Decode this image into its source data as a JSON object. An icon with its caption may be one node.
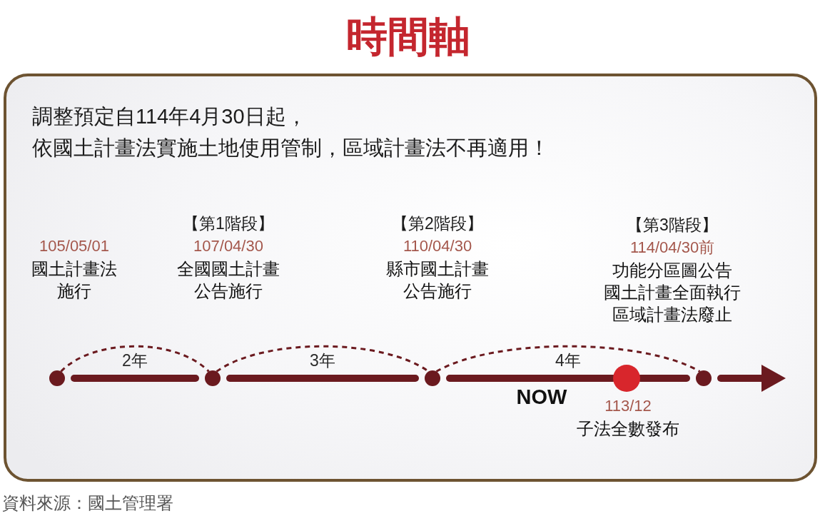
{
  "diagram": {
    "title": "時間軸",
    "nodes": [
      {
        "text": [
          "調整預定自114年4月30日起，",
          "依國土計畫法實施土地使用管制，區域計畫法不再適用！"
        ]
      },
      {
        "text": [],
        "shape": "circle",
        "in": 0,
        "beside": [
          "105/05/01",
          "國土計畫法施行"
        ]
      },
      {
        "text": [],
        "shape": "circle",
        "in": 0,
        "beside": [
          "【第1階段】",
          "107/04/30",
          "全國國土計畫公告施行"
        ]
      },
      {
        "text": [],
        "shape": "circle",
        "in": 0,
        "beside": [
          "【第2階段】",
          "110/04/30",
          "縣市國土計畫公告施行"
        ]
      },
      {
        "text": [],
        "shape": "circle",
        "in": 0,
        "beside": [
          "113/12",
          "子法全數發布"
        ]
      },
      {
        "text": [],
        "shape": "circle",
        "in": 0,
        "beside": [
          "【第3階段】",
          "114/04/30前",
          "功能分區圖公告",
          "國土計畫全面執行",
          "區域計畫法廢止"
        ]
      }
    ],
    "edges": [
      {
        "from": 1,
        "to": 2,
        "arrow": "none"
      },
      {
        "from": 1,
        "to": 2,
        "arrow": "none",
        "style": "dashed",
        "label": "2年"
      },
      {
        "from": 2,
        "to": 3,
        "arrow": "none"
      },
      {
        "from": 2,
        "to": 3,
        "arrow": "none",
        "style": "dashed",
        "label": "3年"
      },
      {
        "from": 3,
        "to": 4,
        "arrow": "none"
      },
      {
        "from": 4,
        "to": 5,
        "arrow": "none"
      },
      {
        "from": 3,
        "to": 5,
        "arrow": "none",
        "style": "dashed",
        "label": "4年"
      },
      {
        "from": 5,
        "to": null,
        "arrow": "to"
      }
    ],
    "labels": [
      "NOW"
    ],
    "caption": "資料來源：國土管理署"
  }
}
